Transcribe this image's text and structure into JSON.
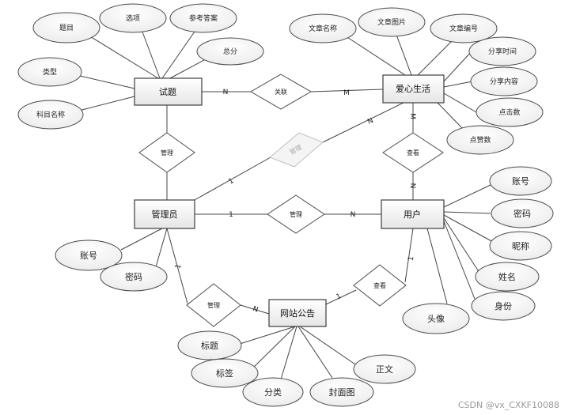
{
  "entities": {
    "shiti": "试题",
    "aixin": "爱心生活",
    "admin": "管理员",
    "user": "用户",
    "notice": "网站公告"
  },
  "attributes": {
    "shiti": [
      "题目",
      "选项",
      "参考答案",
      "总分",
      "类型",
      "科目名称"
    ],
    "aixin": [
      "文章名称",
      "文章图片",
      "文章编号",
      "分享时间",
      "分享内容",
      "点击数",
      "点赞数"
    ],
    "admin": [
      "账号",
      "密码"
    ],
    "user": [
      "账号",
      "密码",
      "昵称",
      "姓名",
      "身份",
      "头像"
    ],
    "notice": [
      "标题",
      "标签",
      "分类",
      "封面图",
      "正文"
    ]
  },
  "relationships": {
    "guanlian": "关联",
    "guanli_shiti": "管理",
    "guanli_aixin": "管理",
    "guanli_user": "管理",
    "guanli_notice": "管理",
    "chakan_aixin": "查看",
    "chakan_notice": "查看"
  },
  "cardinalities": {
    "shiti_guanlian": "N",
    "guanlian_aixin": "M",
    "admin_aixin_1": "1",
    "admin_aixin_n": "N",
    "aixin_chakan": "M",
    "chakan_user": "N",
    "admin_user_1": "1",
    "admin_user_n": "N",
    "admin_notice_1": "1",
    "notice_admin_n": "N",
    "notice_user_1": "1",
    "user_notice_1": "1"
  },
  "watermark": "CSDN @vx_CXKF10088"
}
